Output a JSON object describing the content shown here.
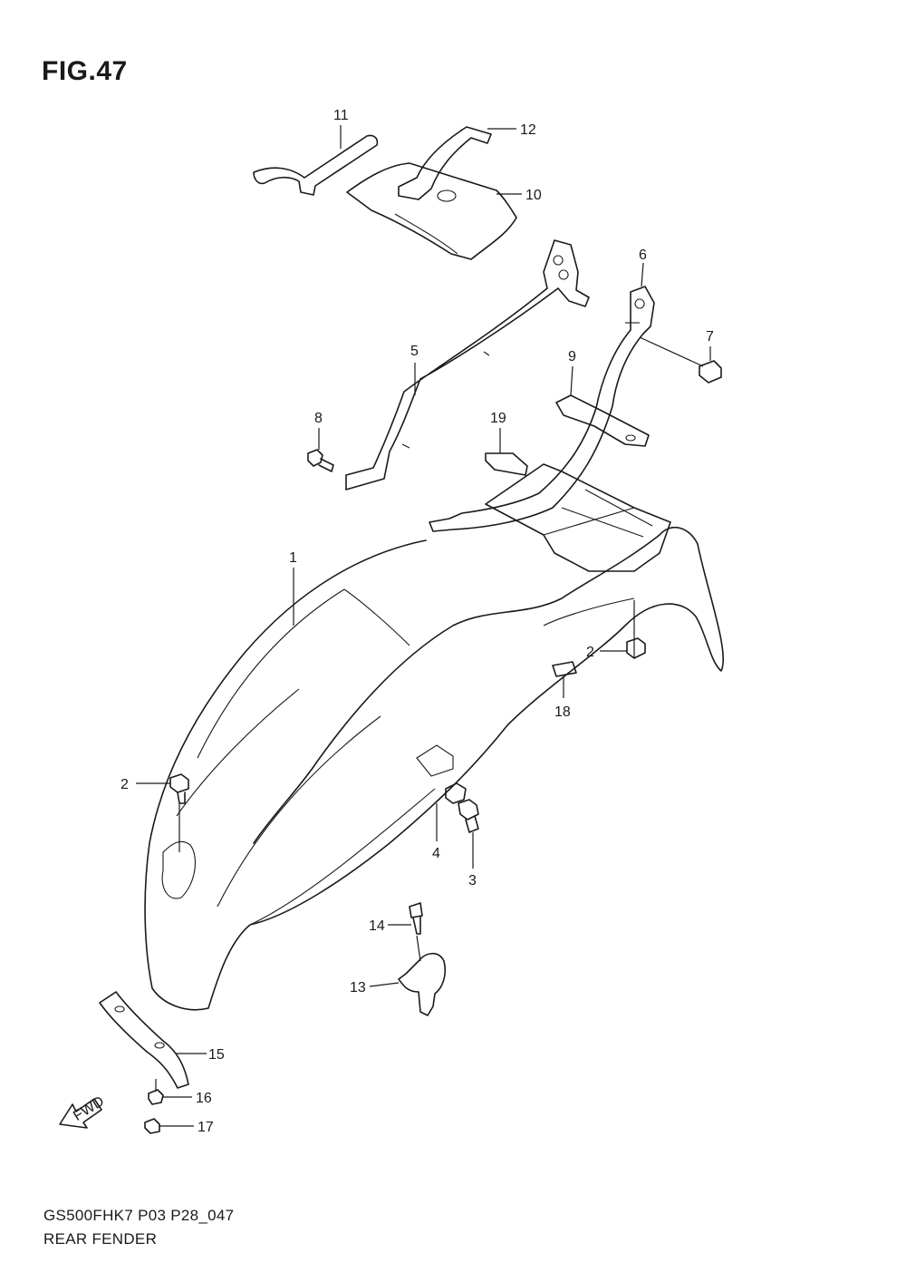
{
  "figure": {
    "title": "FIG.47"
  },
  "footer": {
    "model_code": "GS500FHK7 P03 P28_047",
    "diagram_name": "REAR FENDER"
  },
  "fwd_arrow": {
    "label": "FWD"
  },
  "callouts": [
    {
      "id": "c1",
      "label": "1"
    },
    {
      "id": "c2a",
      "label": "2"
    },
    {
      "id": "c2b",
      "label": "2"
    },
    {
      "id": "c3",
      "label": "3"
    },
    {
      "id": "c4",
      "label": "4"
    },
    {
      "id": "c5",
      "label": "5"
    },
    {
      "id": "c6",
      "label": "6"
    },
    {
      "id": "c7",
      "label": "7"
    },
    {
      "id": "c8",
      "label": "8"
    },
    {
      "id": "c9",
      "label": "9"
    },
    {
      "id": "c10",
      "label": "10"
    },
    {
      "id": "c11",
      "label": "11"
    },
    {
      "id": "c12",
      "label": "12"
    },
    {
      "id": "c13",
      "label": "13"
    },
    {
      "id": "c14",
      "label": "14"
    },
    {
      "id": "c15",
      "label": "15"
    },
    {
      "id": "c16",
      "label": "16"
    },
    {
      "id": "c17",
      "label": "17"
    },
    {
      "id": "c18",
      "label": "18"
    },
    {
      "id": "c19",
      "label": "19"
    }
  ]
}
